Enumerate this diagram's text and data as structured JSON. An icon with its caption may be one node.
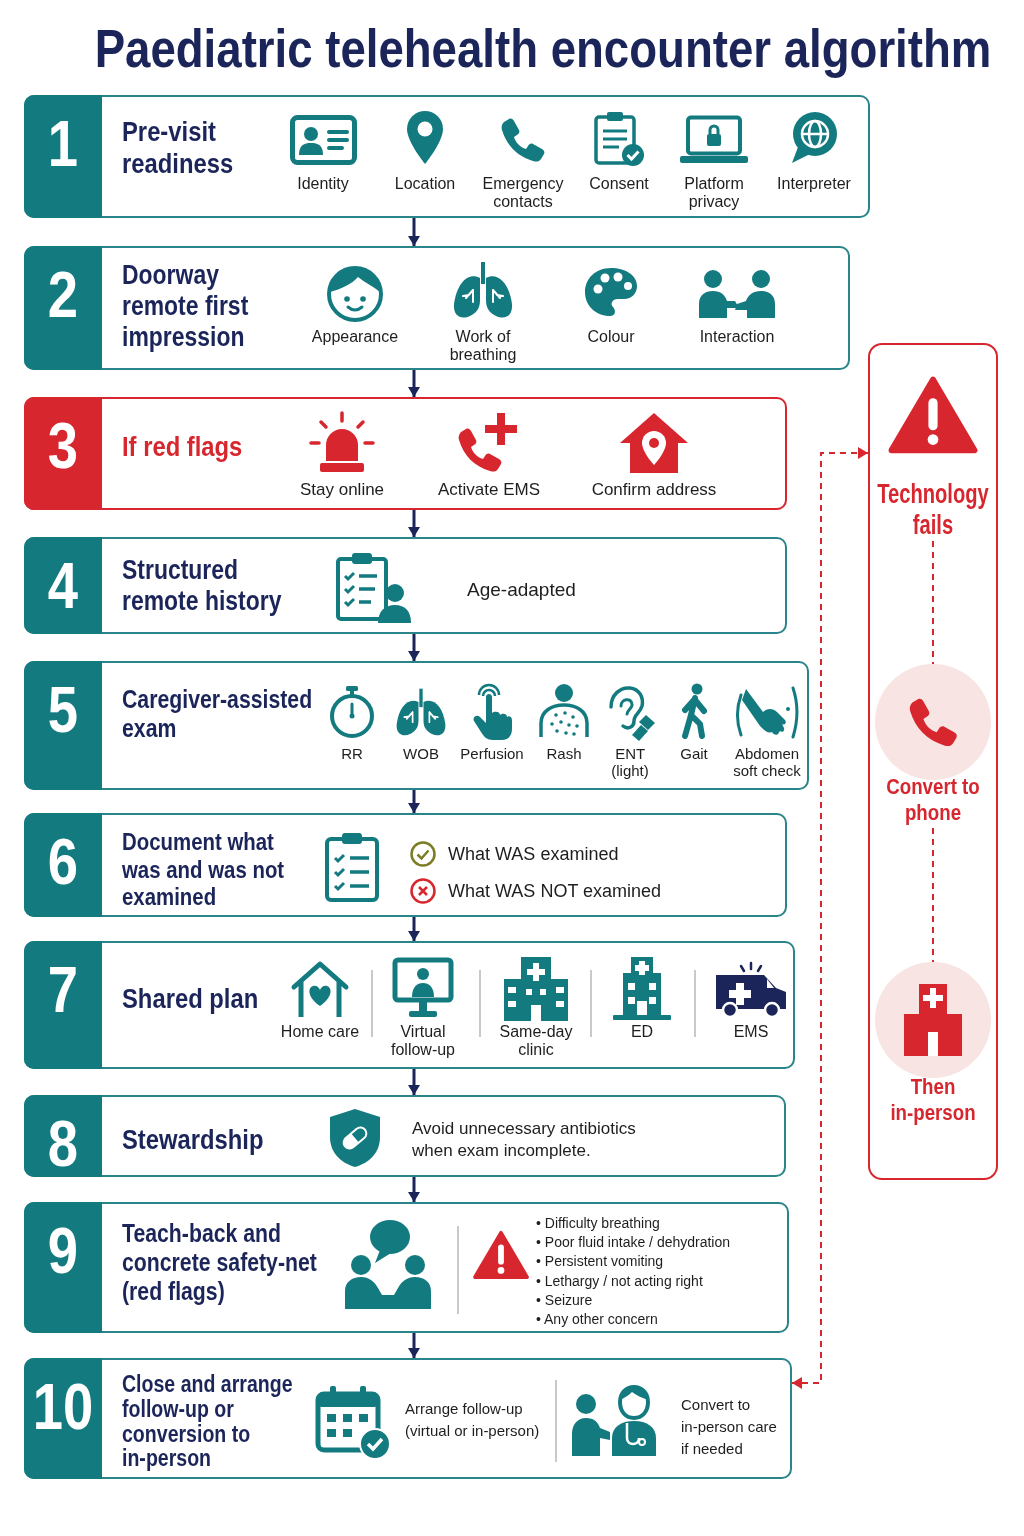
{
  "diagram": {
    "title": "Paediatric telehealth encounter algorithm",
    "nodes": [
      {
        "text": [
          "1",
          "Pre-visit readiness",
          "Identity",
          "Location",
          "Emergency contacts",
          "Consent",
          "Platform privacy",
          "Interpreter"
        ]
      },
      {
        "text": [
          "2",
          "Doorway remote first impression",
          "Appearance",
          "Work of breathing",
          "Colour",
          "Interaction"
        ]
      },
      {
        "text": [
          "3",
          "If red flags",
          "Stay online",
          "Activate EMS",
          "Confirm address"
        ]
      },
      {
        "text": [
          "4",
          "Structured remote history",
          "Age-adapted"
        ]
      },
      {
        "text": [
          "5",
          "Caregiver-assisted exam",
          "RR",
          "WOB",
          "Perfusion",
          "Rash",
          "ENT (light)",
          "Gait",
          "Abdomen soft check"
        ]
      },
      {
        "text": [
          "6",
          "Document what was and was not examined",
          "What WAS examined",
          "What WAS NOT examined"
        ]
      },
      {
        "text": [
          "7",
          "Shared plan",
          "Home care",
          "Virtual follow-up",
          "Same-day clinic",
          "ED",
          "EMS"
        ]
      },
      {
        "text": [
          "8",
          "Stewardship",
          "Avoid unnecessary antibiotics when exam incomplete."
        ]
      },
      {
        "text": [
          "9",
          "Teach-back and concrete safety-net (red flags)",
          "• Difficulty breathing",
          "• Poor fluid intake / dehydration",
          "• Persistent vomiting",
          "• Lethargy / not acting right",
          "• Seizure",
          "• Any other concern"
        ]
      },
      {
        "text": [
          "10",
          "Close and arrange follow-up or conversion to in-person",
          "Arrange follow-up (virtual or in-person)",
          "Convert to in-person care if needed"
        ]
      },
      {
        "text": [],
        "shape": "box"
      },
      {
        "text": [
          "Technology fails"
        ],
        "in": 10
      },
      {
        "text": [
          "Convert to phone"
        ],
        "in": 10
      },
      {
        "text": [
          "Then in-person"
        ],
        "in": 10
      }
    ],
    "edges": [
      {
        "from": 0,
        "to": 1,
        "arrow": "to"
      },
      {
        "from": 1,
        "to": 2,
        "arrow": "to"
      },
      {
        "from": 2,
        "to": 3,
        "arrow": "to"
      },
      {
        "from": 3,
        "to": 4,
        "arrow": "to"
      },
      {
        "from": 4,
        "to": 5,
        "arrow": "to"
      },
      {
        "from": 5,
        "to": 6,
        "arrow": "to"
      },
      {
        "from": 6,
        "to": 7,
        "arrow": "to"
      },
      {
        "from": 7,
        "to": 8,
        "arrow": "to"
      },
      {
        "from": 8,
        "to": 9,
        "arrow": "to"
      },
      {
        "from": 11,
        "to": 12,
        "arrow": "none",
        "style": "dashed",
        "color": "#d7262e"
      },
      {
        "from": 12,
        "to": 13,
        "arrow": "none",
        "style": "dashed",
        "color": "#d7262e"
      },
      {
        "from": 10,
        "to": 9,
        "arrow": "both",
        "style": "dashed",
        "color": "#d7262e"
      }
    ]
  }
}
